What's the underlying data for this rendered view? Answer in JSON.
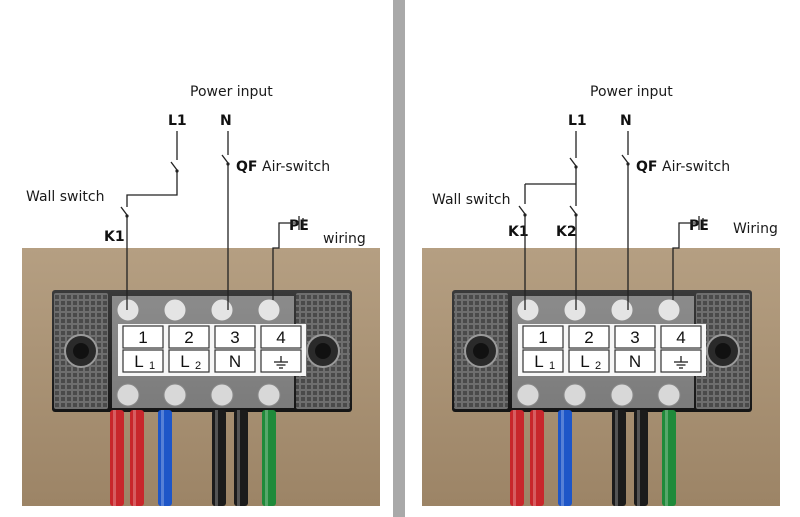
{
  "panels": [
    {
      "power_input": "Power input",
      "line_label": "L1",
      "neutral_label": "N",
      "qf_label": "QF",
      "air_switch": "Air-switch",
      "wall_switch": "Wall switch",
      "k_labels": [
        "K1"
      ],
      "pe_label": "PE",
      "wiring_label": "wiring",
      "terminal_numbers": [
        "1",
        "2",
        "3",
        "4"
      ],
      "terminal_letters": [
        "L",
        "L",
        "N",
        ""
      ],
      "terminal_subs": [
        "1",
        "2",
        "",
        ""
      ],
      "wire_colors": [
        "#c8262b",
        "#c8262b",
        "#1e56c8",
        "#1b1b1b",
        "#1b1b1b",
        "#1f8a3a"
      ]
    },
    {
      "power_input": "Power input",
      "line_label": "L1",
      "neutral_label": "N",
      "qf_label": "QF",
      "air_switch": "Air-switch",
      "wall_switch": "Wall switch",
      "k_labels": [
        "K1",
        "K2"
      ],
      "pe_label": "PE",
      "wiring_label": "Wiring",
      "terminal_numbers": [
        "1",
        "2",
        "3",
        "4"
      ],
      "terminal_letters": [
        "L",
        "L",
        "N",
        ""
      ],
      "terminal_subs": [
        "1",
        "2",
        "",
        ""
      ],
      "wire_colors": [
        "#c8262b",
        "#c8262b",
        "#1e56c8",
        "#1b1b1b",
        "#1b1b1b",
        "#1f8a3a"
      ]
    }
  ],
  "icons": {
    "ground": "ground-symbol-icon",
    "screw": "screw-hole-icon"
  }
}
